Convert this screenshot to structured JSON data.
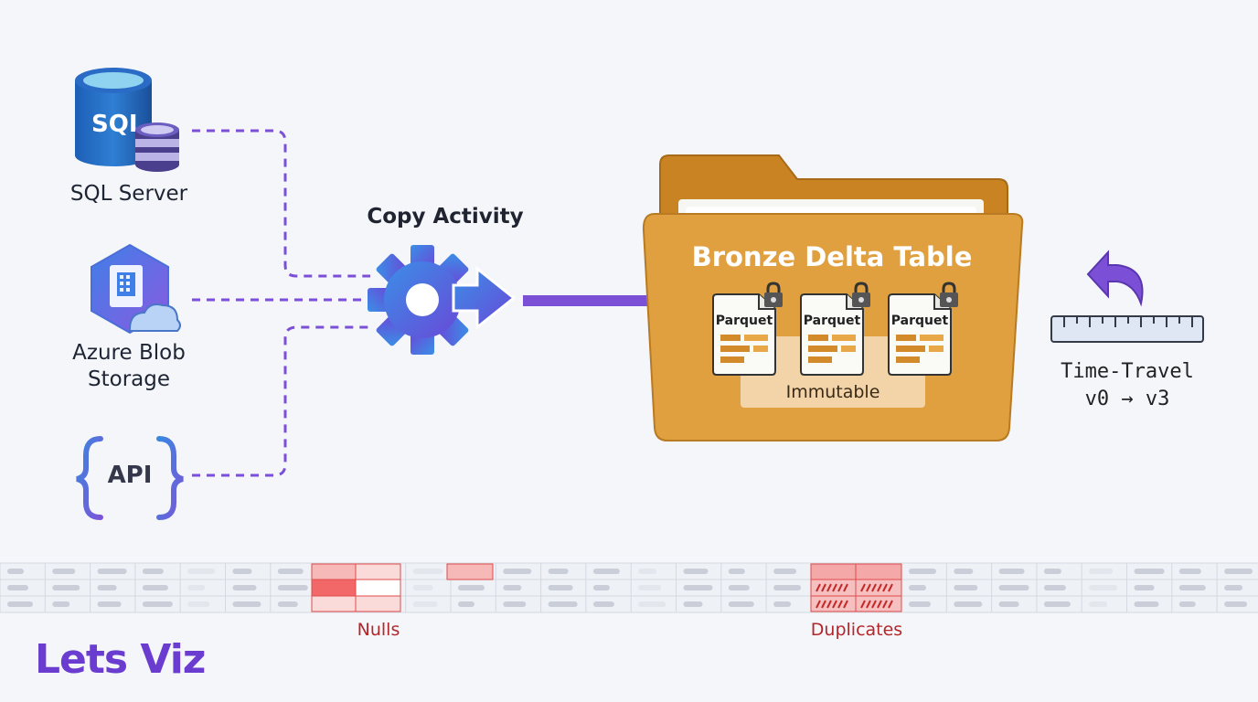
{
  "sources": {
    "sql": {
      "label": "SQL Server",
      "icon_text": "SQL",
      "icon": "sql-server-icon"
    },
    "blob": {
      "label_line1": "Azure Blob",
      "label_line2": "Storage",
      "icon": "azure-blob-storage-icon"
    },
    "api": {
      "label": "API",
      "icon": "api-braces-icon"
    }
  },
  "copy_activity": {
    "label": "Copy Activity",
    "icon": "gear-arrow-icon"
  },
  "bronze": {
    "title": "Bronze Delta Table",
    "file_label": "Parquet",
    "immutable_label": "Immutable",
    "icon": "folder-icon"
  },
  "time_travel": {
    "line1": "Time-Travel",
    "line2": "v0 → v3",
    "icon": "undo-arrow-icon"
  },
  "quality_strip": {
    "nulls_label": "Nulls",
    "duplicates_label": "Duplicates"
  },
  "brand": {
    "logo": "Lets Viz"
  },
  "colors": {
    "accent": "#6a3ccf",
    "connector": "#7b4fd6",
    "folder": "#e0a040",
    "error": "#e84a4f"
  }
}
